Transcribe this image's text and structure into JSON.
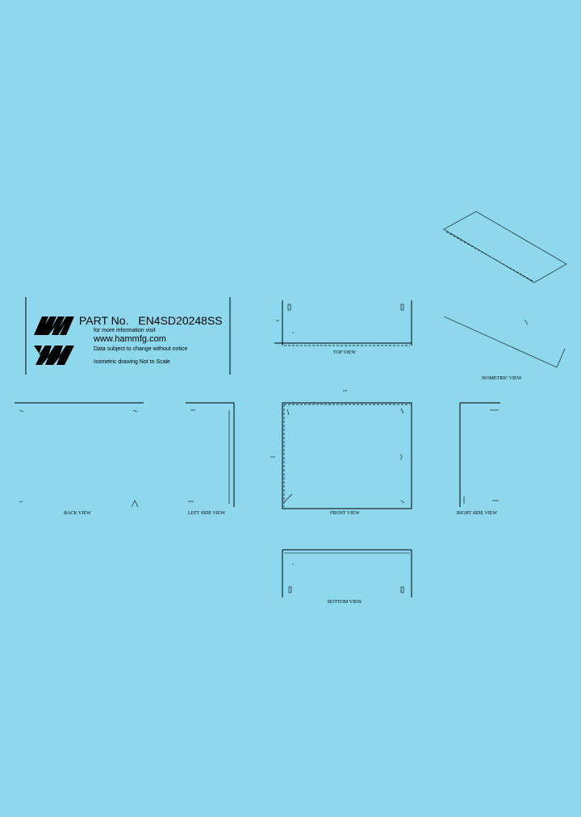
{
  "title_block": {
    "part_prefix": "PART No.",
    "part_number": "EN4SD20248SS",
    "info_line": "for more information visit",
    "url": "www.hammfg.com",
    "subject_line": "Data subject to change without notice",
    "scale_line": "Isometric drawing Not to Scale"
  },
  "views": {
    "top": "TOP VIEW",
    "isometric": "ISOMETRIC VIEW",
    "back": "BACK VIEW",
    "left_side": "LEFT SIDE VIEW",
    "front": "FRONT VIEW",
    "right_side": "RIGHT SIDE VIEW",
    "bottom": "BOTTOM VIEW"
  },
  "colors": {
    "background": "#8ed8ee",
    "ink": "#000000"
  }
}
